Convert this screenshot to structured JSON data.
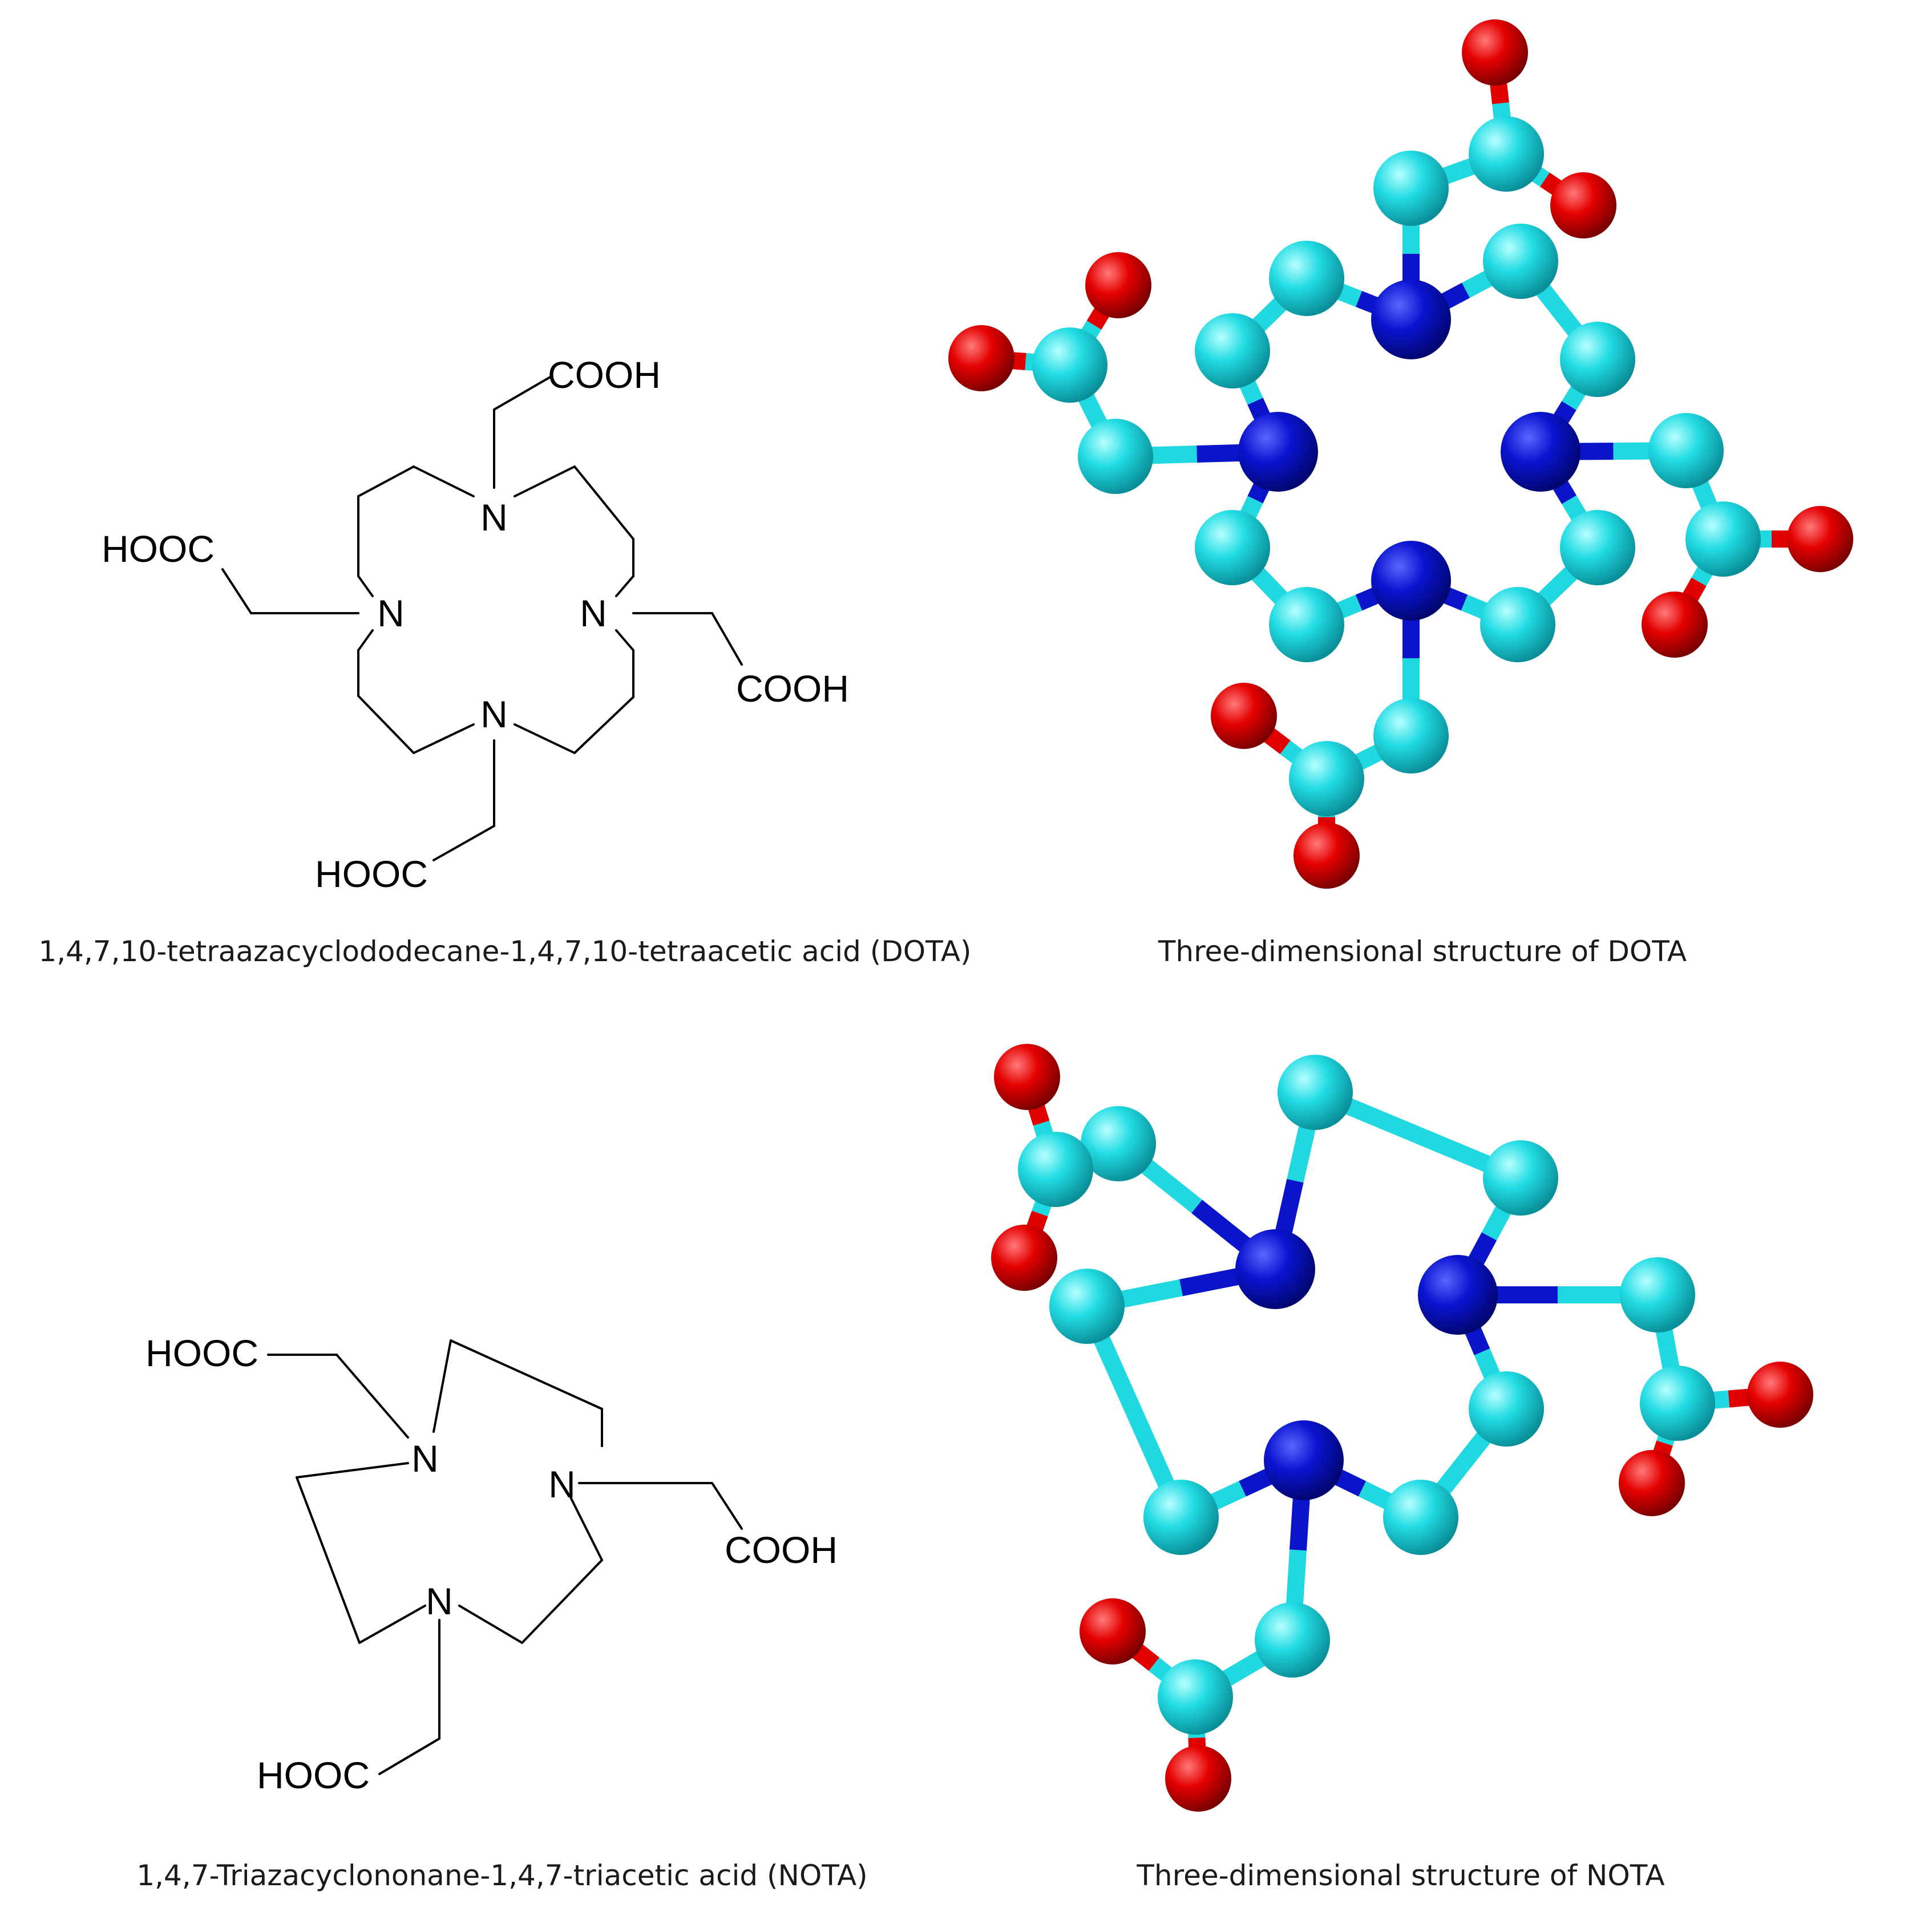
{
  "colors": {
    "carbon": "#1fd8e0",
    "nitrogen": "#0a14c8",
    "oxygen": "#e00000",
    "line": "#000000",
    "background": "#ffffff"
  },
  "labels": {
    "n": "N",
    "acid_right": "COOH",
    "acid_left": "HOOC"
  },
  "captions": {
    "dota_2d": "1,4,7,10-tetraazacyclododecane-1,4,7,10-tetraacetic acid (DOTA)",
    "dota_3d": "Three-dimensional structure of DOTA",
    "nota_2d": "1,4,7-Triazacyclononane-1,4,7-triacetic acid (NOTA)",
    "nota_3d": "Three-dimensional structure of NOTA"
  }
}
